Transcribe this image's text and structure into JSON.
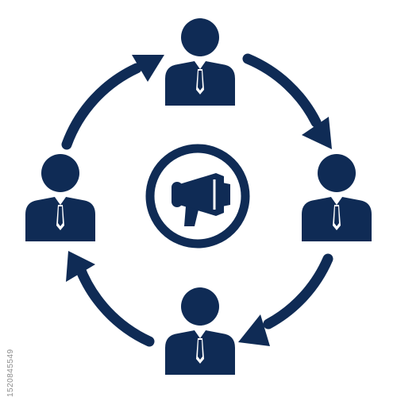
{
  "colors": {
    "primary": "#0f2b55",
    "background": "#ffffff"
  },
  "icons": {
    "people": [
      "person-icon-top",
      "person-icon-right",
      "person-icon-bottom",
      "person-icon-left"
    ],
    "arrows": [
      "arrow-top-right",
      "arrow-bottom-right",
      "arrow-bottom-left",
      "arrow-top-left"
    ],
    "center": "megaphone-icon"
  },
  "watermark": {
    "stock_id": "1520845549"
  }
}
